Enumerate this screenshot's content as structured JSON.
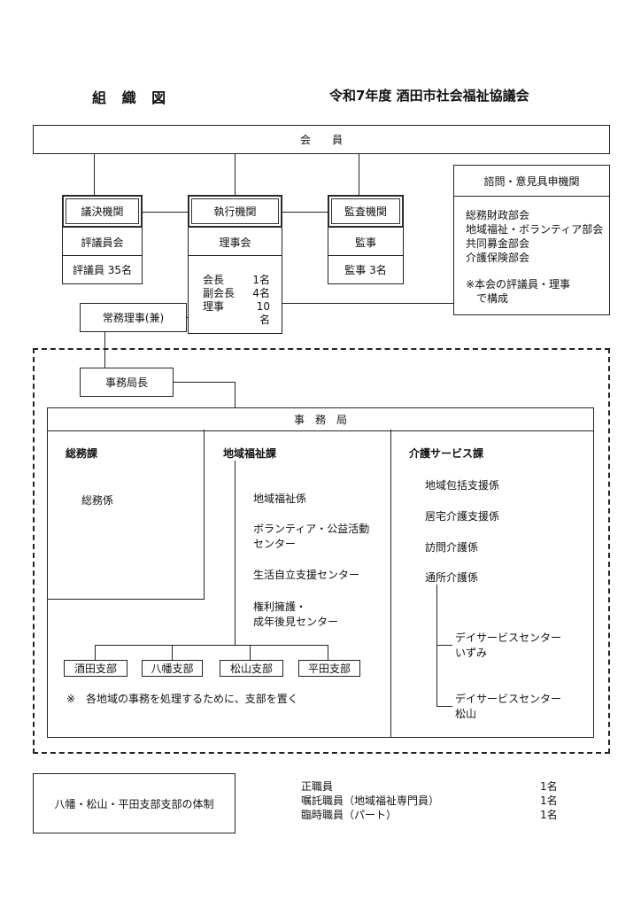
{
  "header": {
    "title": "組 織 図",
    "org": "令和7年度 酒田市社会福祉協議会"
  },
  "members": "会　　員",
  "giketsu": {
    "head": "議決機関",
    "body": "評議員会",
    "count": "評議員 35名"
  },
  "shikko": {
    "head": "執行機関",
    "body": "理事会",
    "rows": [
      {
        "role": "会長",
        "n": "1名"
      },
      {
        "role": "副会長",
        "n": "4名"
      },
      {
        "role": "理事",
        "n": "10名"
      }
    ]
  },
  "kansa": {
    "head": "監査機関",
    "body": "監事",
    "count": "監事 3名"
  },
  "shimon": {
    "head": "諮問・意見具申機関",
    "items": [
      "総務財政部会",
      "地域福祉・ボランティア部会",
      "共同募金部会",
      "介護保険部会"
    ],
    "note": "※本会の評議員・理事\n　で構成"
  },
  "jomu": "常務理事(兼)",
  "kyokucho": "事務局長",
  "jimukyoku": "事　務　局",
  "soumu": {
    "head": "総務課",
    "items": [
      "総務係"
    ]
  },
  "chiiki": {
    "head": "地域福祉課",
    "items": [
      "地域福祉係",
      "ボランティア・公益活動\nセンター",
      "生活自立支援センター",
      "権利擁護・\n成年後見センター"
    ],
    "branches": [
      "酒田支部",
      "八幡支部",
      "松山支部",
      "平田支部"
    ],
    "note": "※　各地域の事務を処理するために、支部を置く"
  },
  "kaigo": {
    "head": "介護サービス課",
    "items": [
      "地域包括支援係",
      "居宅介護支援係",
      "訪問介護係",
      "通所介護係"
    ],
    "centers": [
      "デイサービスセンター\nいずみ",
      "デイサービスセンター\n松山"
    ]
  },
  "branch_staff": {
    "label": "八幡・松山・平田支部支部の体制",
    "rows": [
      {
        "role": "正職員",
        "n": "1名"
      },
      {
        "role": "嘱託職員（地域福祉専門員）",
        "n": "1名"
      },
      {
        "role": "臨時職員（パート）",
        "n": "1名"
      }
    ]
  }
}
